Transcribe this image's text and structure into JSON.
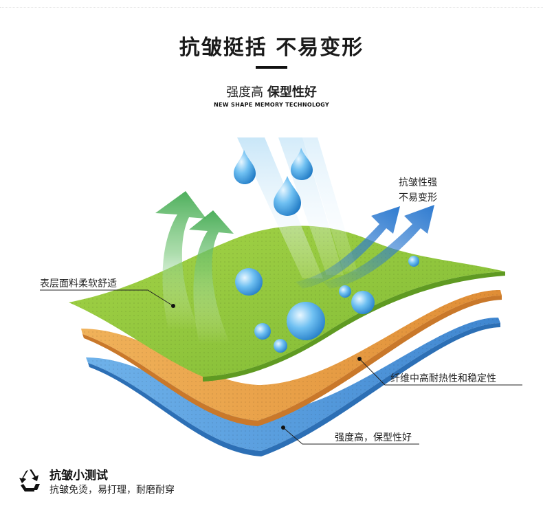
{
  "header": {
    "title": "抗皱挺括 不易变形",
    "subtitle_light": "强度高",
    "subtitle_bold": "保型性好",
    "tagline": "NEW SHAPE MEMORY TECHNOLOGY"
  },
  "callouts": {
    "wrinkle_line1": "抗皱性强",
    "wrinkle_line2": "不易变形",
    "surface": "表层面料柔软舒适",
    "middle": "纤维中高耐热性和稳定性",
    "bottom": "强度高，保型性好"
  },
  "footer": {
    "icon": "recycle-icon",
    "title": "抗皱小测试",
    "description": "抗皱免烫，易打理，耐磨耐穿"
  },
  "colors": {
    "green_layer": "#8cc43a",
    "orange_layer": "#e8a24a",
    "blue_layer": "#4a8fd6",
    "green_arrow": "#3aa64a",
    "blue_arrow": "#2f7bd0",
    "water_drop": "#4aa8e8"
  }
}
